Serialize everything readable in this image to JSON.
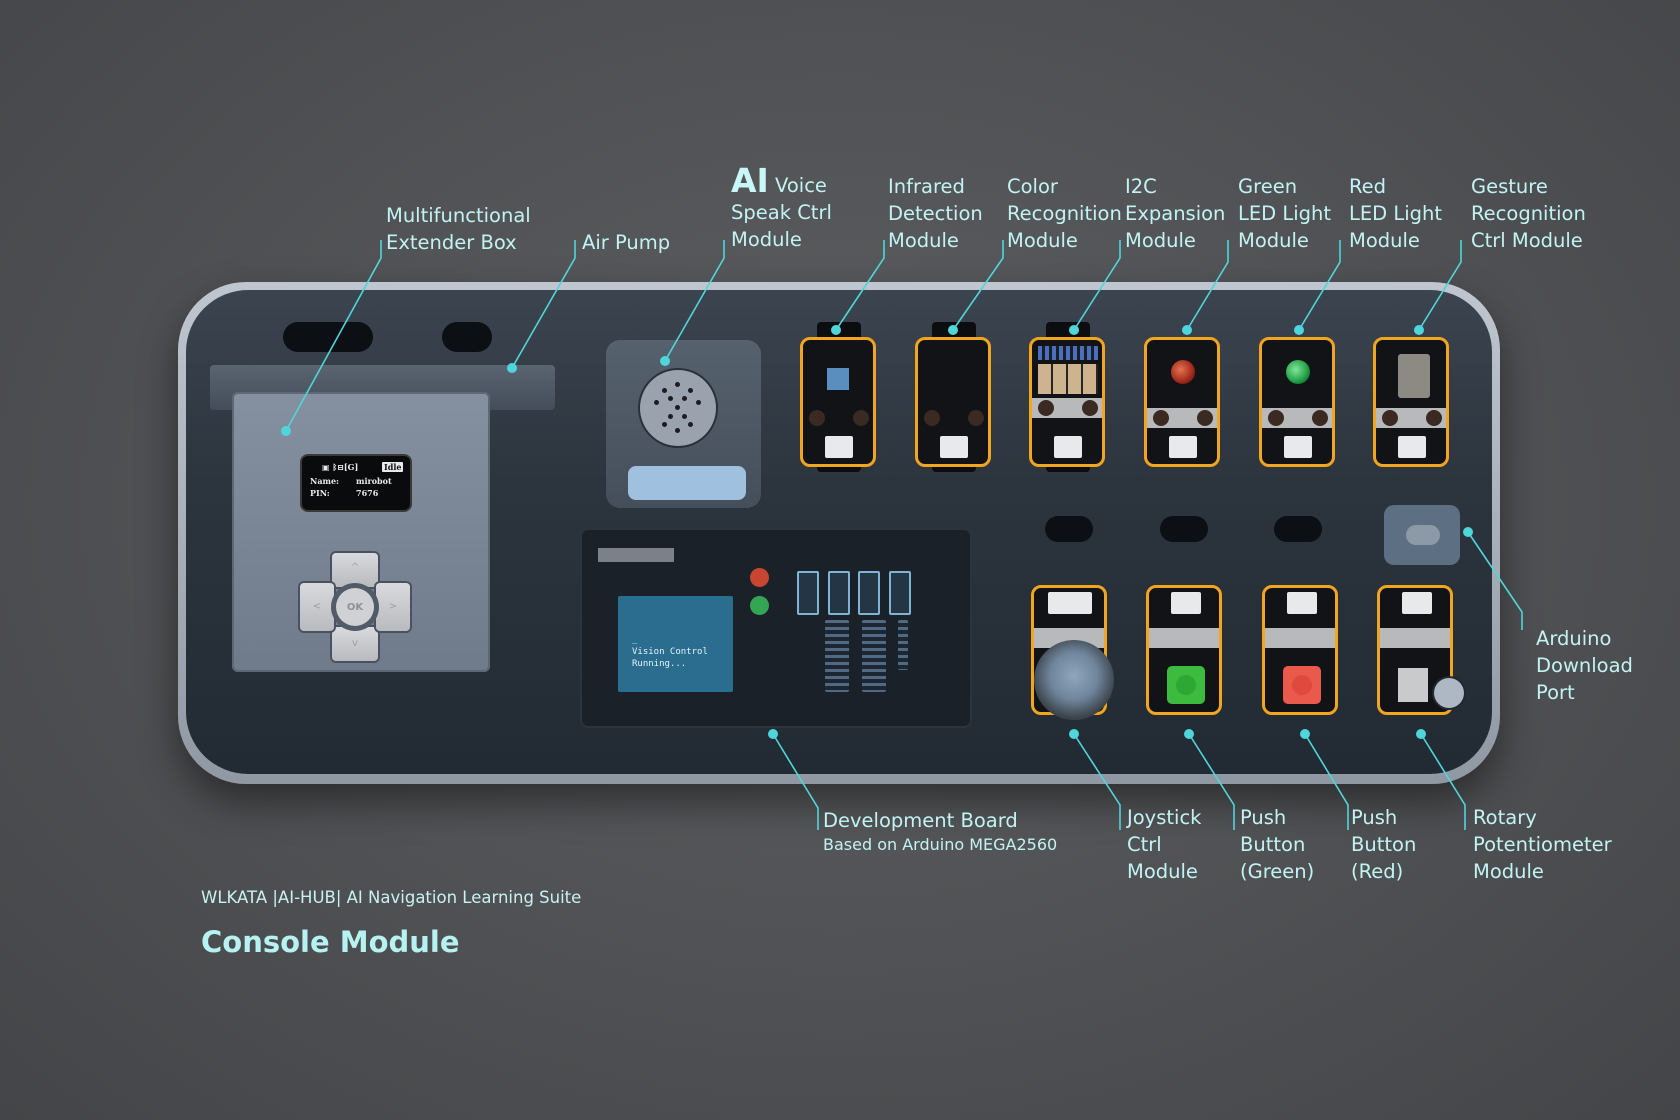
{
  "accent_color": "#4fd6da",
  "label_color": "#c2f3f3",
  "module_frame_color": "#f2a51f",
  "footer": {
    "kicker": "WLKATA |AI-HUB| AI Navigation Learning Suite",
    "title": "Console Module"
  },
  "labels_top": [
    {
      "id": "extender",
      "lines": [
        "Multifunctional",
        "Extender Box"
      ]
    },
    {
      "id": "air-pump",
      "lines": [
        "Air Pump"
      ]
    },
    {
      "id": "ai-voice",
      "emphasis": "AI",
      "lines": [
        "Voice",
        "Speak Ctrl",
        "Module"
      ]
    },
    {
      "id": "infrared",
      "lines": [
        "Infrared",
        "Detection",
        "Module"
      ]
    },
    {
      "id": "color",
      "lines": [
        "Color",
        "Recognition",
        "Module"
      ]
    },
    {
      "id": "i2c",
      "lines": [
        "I2C",
        "Expansion",
        "Module"
      ]
    },
    {
      "id": "green-led",
      "lines": [
        "Green",
        "LED Light",
        "Module"
      ]
    },
    {
      "id": "red-led",
      "lines": [
        "Red",
        "LED Light",
        "Module"
      ]
    },
    {
      "id": "gesture",
      "lines": [
        "Gesture",
        "Recognition",
        "Ctrl Module"
      ]
    }
  ],
  "labels_right": [
    {
      "id": "arduino-port",
      "lines": [
        "Arduino",
        "Download",
        "Port"
      ]
    }
  ],
  "labels_bottom": [
    {
      "id": "dev-board",
      "lines": [
        "Development Board"
      ],
      "sub": "Based on Arduino MEGA2560"
    },
    {
      "id": "joystick",
      "lines": [
        "Joystick",
        "Ctrl",
        "Module"
      ]
    },
    {
      "id": "push-green",
      "lines": [
        "Push",
        "Button",
        "(Green)"
      ]
    },
    {
      "id": "push-red",
      "lines": [
        "Push",
        "Button",
        "(Red)"
      ]
    },
    {
      "id": "rotary",
      "lines": [
        "Rotary",
        "Potentiometer",
        "Module"
      ]
    }
  ],
  "oled": {
    "status_icons": "▣ ᛒ⊟[G]",
    "status": "Idle",
    "name_label": "Name:",
    "name_value": "mirobot",
    "pin_label": "PIN:",
    "pin_value": "7676"
  },
  "dpad": {
    "center": "OK",
    "up": "^",
    "down": "v",
    "left": "<",
    "right": ">"
  },
  "lcd": {
    "text": "_\nVision Control\nRunning..."
  },
  "dev_board_leds": {
    "top": "#c8452f",
    "bottom": "#34a653"
  },
  "led_colors": {
    "green": "#1f9e44",
    "red": "#a1281b"
  },
  "button_colors": {
    "green": "#3dbb3f",
    "red": "#ea5a4c"
  }
}
